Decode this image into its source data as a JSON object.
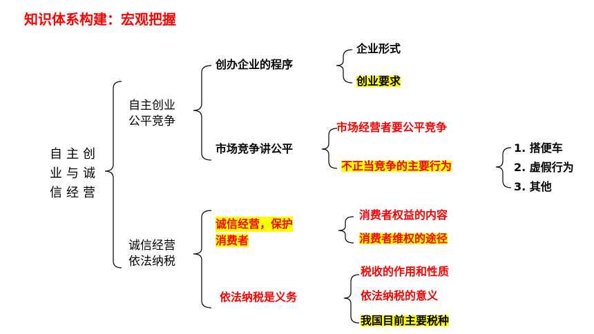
{
  "title": "知识体系构建：宏观把握",
  "root": {
    "line1": "自主创",
    "line2": "业与诚",
    "line3": "信经营"
  },
  "level1": [
    {
      "line1": "自主创业",
      "line2": "公平竞争"
    },
    {
      "line1": "诚信经营",
      "line2": "依法纳税"
    }
  ],
  "level2": {
    "procedure": "创办企业的程序",
    "fair_competition": "市场竞争讲公平",
    "integrity_line1": "诚信经营，保护",
    "integrity_line2": "消费者",
    "tax_duty": "依法纳税是义务"
  },
  "level3": {
    "enterprise_form": "企业形式",
    "startup_requirements": "创业要求",
    "operators_fair": "市场经营者要公平竞争",
    "unfair_behaviors": "不正当竞争的主要行为",
    "consumer_rights_content": "消费者权益的内容",
    "consumer_rights_ways": "消费者维权的途径",
    "tax_role": "税收的作用和性质",
    "tax_significance": "依法纳税的意义",
    "tax_types": "我国目前主要税种"
  },
  "level4": [
    "1. 搭便车",
    "2. 虚假行为",
    "3. 其他"
  ],
  "colors": {
    "title": "#ff0000",
    "emphasis": "#ff0000",
    "highlight": "#ffff00",
    "text": "#000000"
  }
}
